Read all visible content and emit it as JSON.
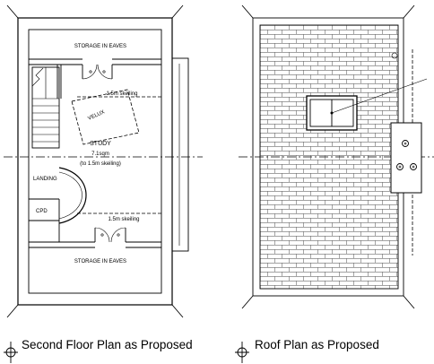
{
  "floor_plan": {
    "storage_top": "STORAGE IN EAVES",
    "storage_bottom": "STORAGE IN EAVES",
    "velux": "VELUX",
    "skeiling_top": "1.5m skeiling",
    "skeiling_bottom": "1.5m skeiling",
    "room_name": "STUDY",
    "room_area": "7.1sqm",
    "room_note": "(to 1.5m skeiling)",
    "landing": "LANDING",
    "cpd": "CPD",
    "title": "Second Floor Plan as Proposed"
  },
  "roof_plan": {
    "title": "Roof Plan as Proposed"
  }
}
